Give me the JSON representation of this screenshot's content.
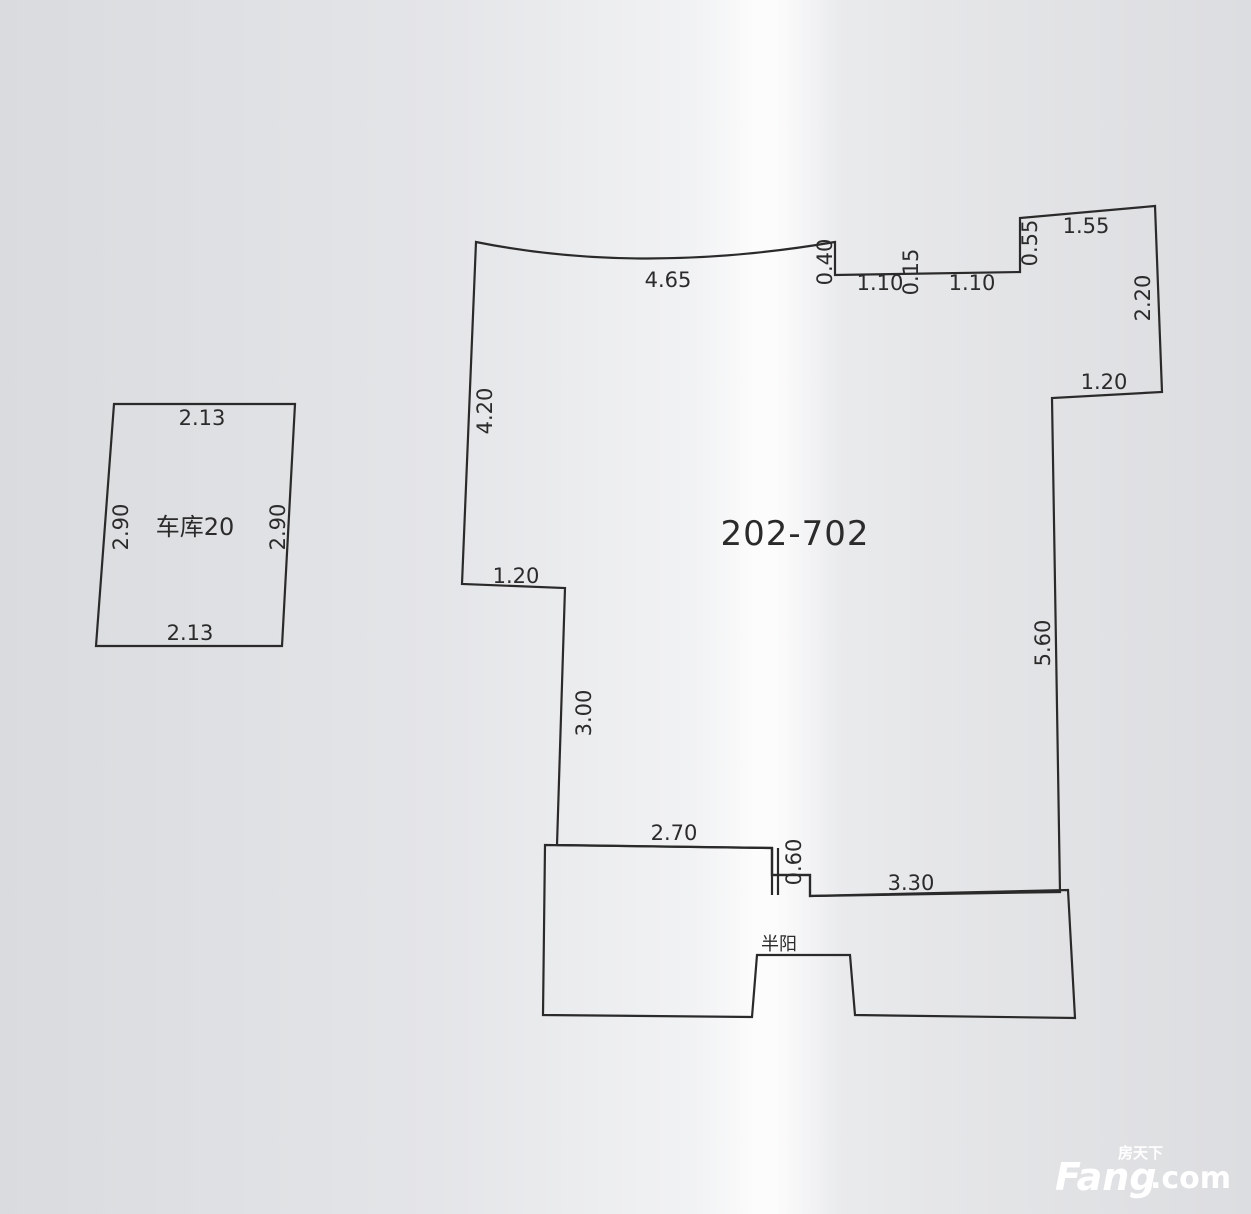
{
  "garage": {
    "label": "车库20",
    "top_width": "2.13",
    "bottom_width": "2.13",
    "left_height": "2.90",
    "right_height": "2.90"
  },
  "unit": {
    "label": "202-702",
    "dims": {
      "top_left_arc": "4.65",
      "left_upper": "4.20",
      "left_step": "1.20",
      "left_lower": "3.00",
      "top_notch_a": "0.40",
      "top_seg_a": "1.10",
      "top_notch_b": "0.15",
      "top_seg_b": "1.10",
      "top_notch_c": "0.55",
      "top_right": "1.55",
      "right_upper": "2.20",
      "right_step": "1.20",
      "right_lower": "5.60",
      "bottom_left": "2.70",
      "bottom_step": "0.60",
      "bottom_right": "3.30"
    },
    "balcony_label": "半阳"
  },
  "watermark": {
    "cn": "房天下",
    "brand": "Fang",
    "domain": ".com"
  },
  "colors": {
    "paper": "#e7e8ea",
    "line": "#2a2a2a",
    "fold_highlight": "#ffffff"
  }
}
